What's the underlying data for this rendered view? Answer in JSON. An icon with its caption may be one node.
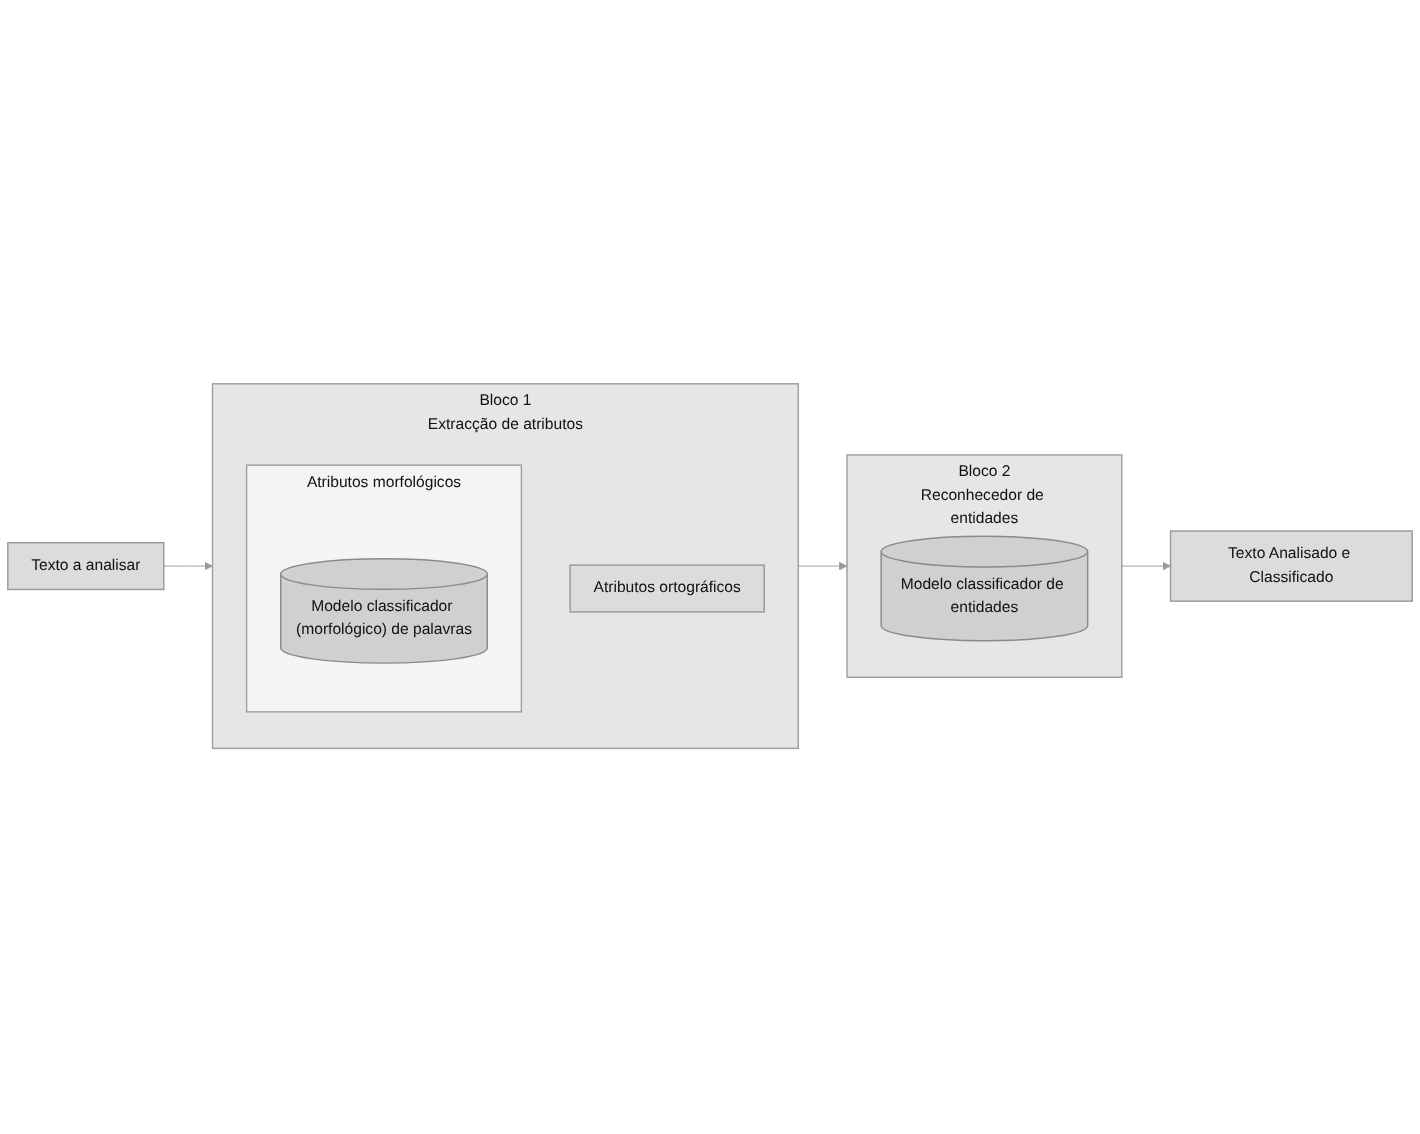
{
  "diagram": {
    "nodes": [
      {
        "text": [
          "Texto a analisar"
        ]
      },
      {
        "text": [
          "Bloco 1",
          "Extracção de atributos"
        ]
      },
      {
        "text": [
          "Atributos ortográficos"
        ],
        "in": 1
      },
      {
        "text": [
          "Atributos morfológicos"
        ],
        "in": 1
      },
      {
        "text": [
          "Modelo classificador (morfológico) de palavras"
        ],
        "in": 3
      },
      {
        "text": [
          "Bloco 2",
          "Reconhecedor de entidades"
        ]
      },
      {
        "text": [
          "Modelo classificador de entidades"
        ],
        "in": 5
      },
      {
        "text": [
          "Texto Analisado e Classificado"
        ]
      }
    ],
    "edges": [
      {
        "from": 0,
        "to": 1,
        "arrow": "to"
      },
      {
        "from": 1,
        "to": 5,
        "arrow": "to"
      },
      {
        "from": 5,
        "to": 7,
        "arrow": "to"
      }
    ]
  }
}
